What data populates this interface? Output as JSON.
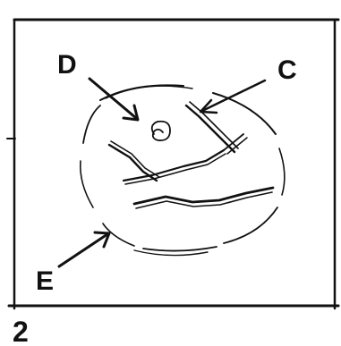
{
  "figure": {
    "panel_number": "2",
    "labels": {
      "d": "D",
      "c": "C",
      "e": "E"
    }
  },
  "colors": {
    "ink": "#111111",
    "background": "#ffffff"
  }
}
